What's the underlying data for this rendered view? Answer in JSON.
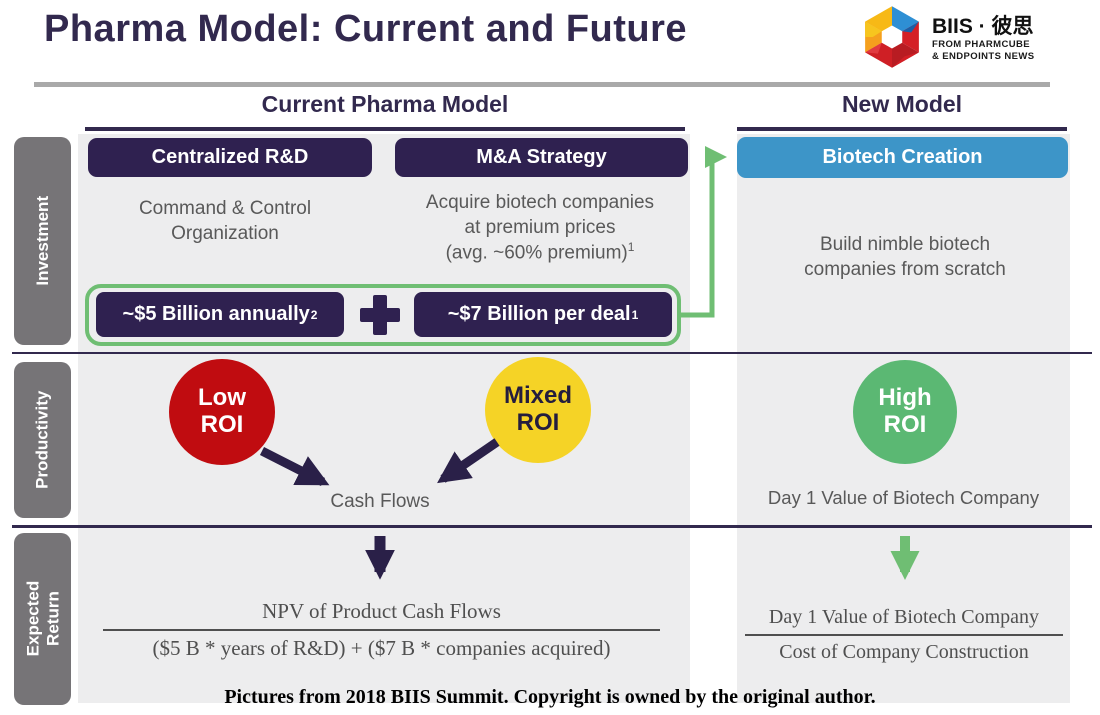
{
  "title": "Pharma Model: Current and Future",
  "logo": {
    "name": "BIIS · 彼思",
    "sub_line1": "FROM PHARMCUBE",
    "sub_line2": "& ENDPOINTS NEWS"
  },
  "column_headers": {
    "current": "Current Pharma Model",
    "new": "New Model"
  },
  "row_labels": {
    "investment": "Investment",
    "productivity": "Productivity",
    "expected_line1": "Expected",
    "expected_line2": "Return"
  },
  "investment": {
    "centralized_rd": {
      "title": "Centralized R&D",
      "desc_line1": "Command & Control",
      "desc_line2": "Organization",
      "cost": "~$5 Billion annually",
      "cost_sup": "2"
    },
    "ma_strategy": {
      "title": "M&A Strategy",
      "desc_line1": "Acquire biotech companies",
      "desc_line2": "at premium prices",
      "desc_line3": "(avg. ~60% premium)",
      "desc_sup": "1",
      "cost": "~$7 Billion per deal",
      "cost_sup": "1"
    },
    "biotech_creation": {
      "title": "Biotech Creation",
      "desc_line1": "Build nimble biotech",
      "desc_line2": "companies from scratch"
    }
  },
  "productivity": {
    "low_roi_line1": "Low",
    "low_roi_line2": "ROI",
    "mixed_roi_line1": "Mixed",
    "mixed_roi_line2": "ROI",
    "high_roi_line1": "High",
    "high_roi_line2": "ROI",
    "cash_flows": "Cash Flows",
    "day1_value": "Day 1 Value of Biotech Company"
  },
  "expected_return": {
    "current_numerator": "NPV of Product Cash Flows",
    "current_denominator": "($5 B * years of R&D) + ($7 B * companies acquired)",
    "new_numerator": "Day 1 Value of Biotech Company",
    "new_denominator": "Cost of Company Construction"
  },
  "caption": "Pictures from 2018 BIIS Summit. Copyright is owned by the original author.",
  "colors": {
    "purple_dark": "#32294e",
    "purple_box": "#2f2150",
    "blue_box": "#3d95c8",
    "green": "#6fbe73",
    "green_circle": "#5bb873",
    "red": "#c00c10",
    "yellow": "#f5d326",
    "panel": "#ededee",
    "sidebar_gray": "#767477",
    "text_gray": "#595959",
    "rule_gray": "#a9a9a9",
    "serif_gray": "#4f4f4f",
    "caption_black": "#000000"
  }
}
